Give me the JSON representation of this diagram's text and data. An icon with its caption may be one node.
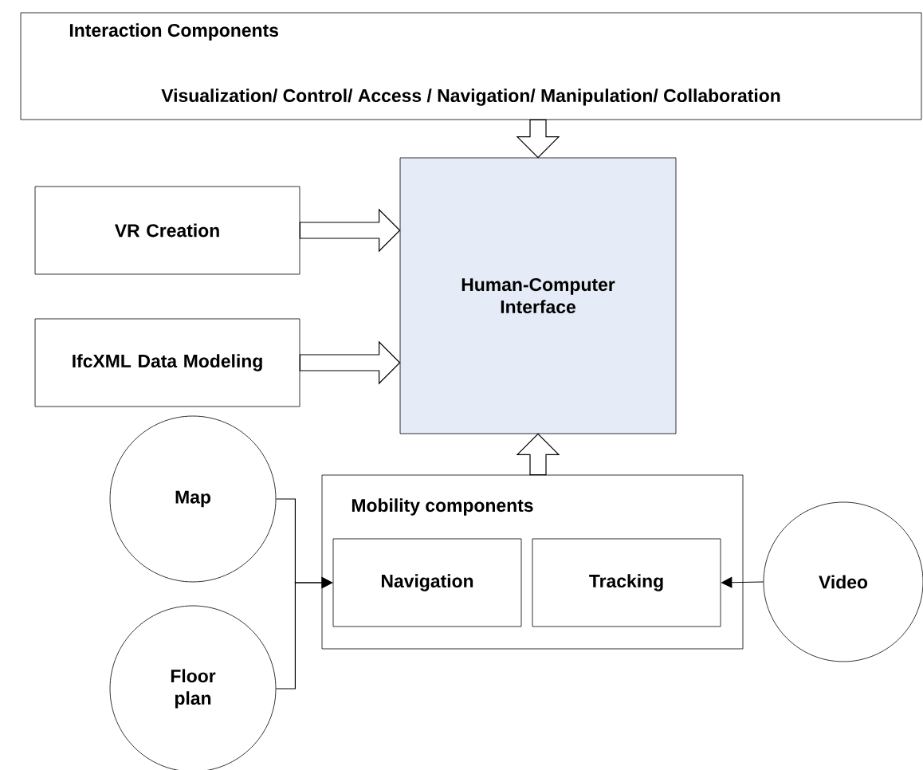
{
  "diagram": {
    "nodes": [
      {
        "text": [
          "Interaction Components",
          "Visualization/ Control/ Access / Navigation/ Manipulation/ Collaboration"
        ]
      },
      {
        "text": [
          "Human-Computer Interface"
        ]
      },
      {
        "text": [
          "VR Creation"
        ]
      },
      {
        "text": [
          "IfcXML Data Modeling"
        ]
      },
      {
        "text": [
          "Map"
        ]
      },
      {
        "text": [
          "Floor plan"
        ]
      },
      {
        "text": [
          "Mobility components"
        ]
      },
      {
        "text": [
          "Navigation"
        ],
        "in": 6
      },
      {
        "text": [
          "Tracking"
        ],
        "in": 6
      },
      {
        "text": [
          "Video"
        ]
      }
    ],
    "edges": [
      {
        "from": 0,
        "to": 1,
        "arrow": "to",
        "style": "thick"
      },
      {
        "from": 2,
        "to": 1,
        "arrow": "to",
        "style": "thick"
      },
      {
        "from": 3,
        "to": 1,
        "arrow": "to",
        "style": "thick"
      },
      {
        "from": 6,
        "to": 1,
        "arrow": "to",
        "style": "thick"
      },
      {
        "from": 4,
        "to": 7,
        "arrow": "to"
      },
      {
        "from": 5,
        "to": 7,
        "arrow": "to"
      },
      {
        "from": 9,
        "to": 8,
        "arrow": "to"
      }
    ]
  }
}
